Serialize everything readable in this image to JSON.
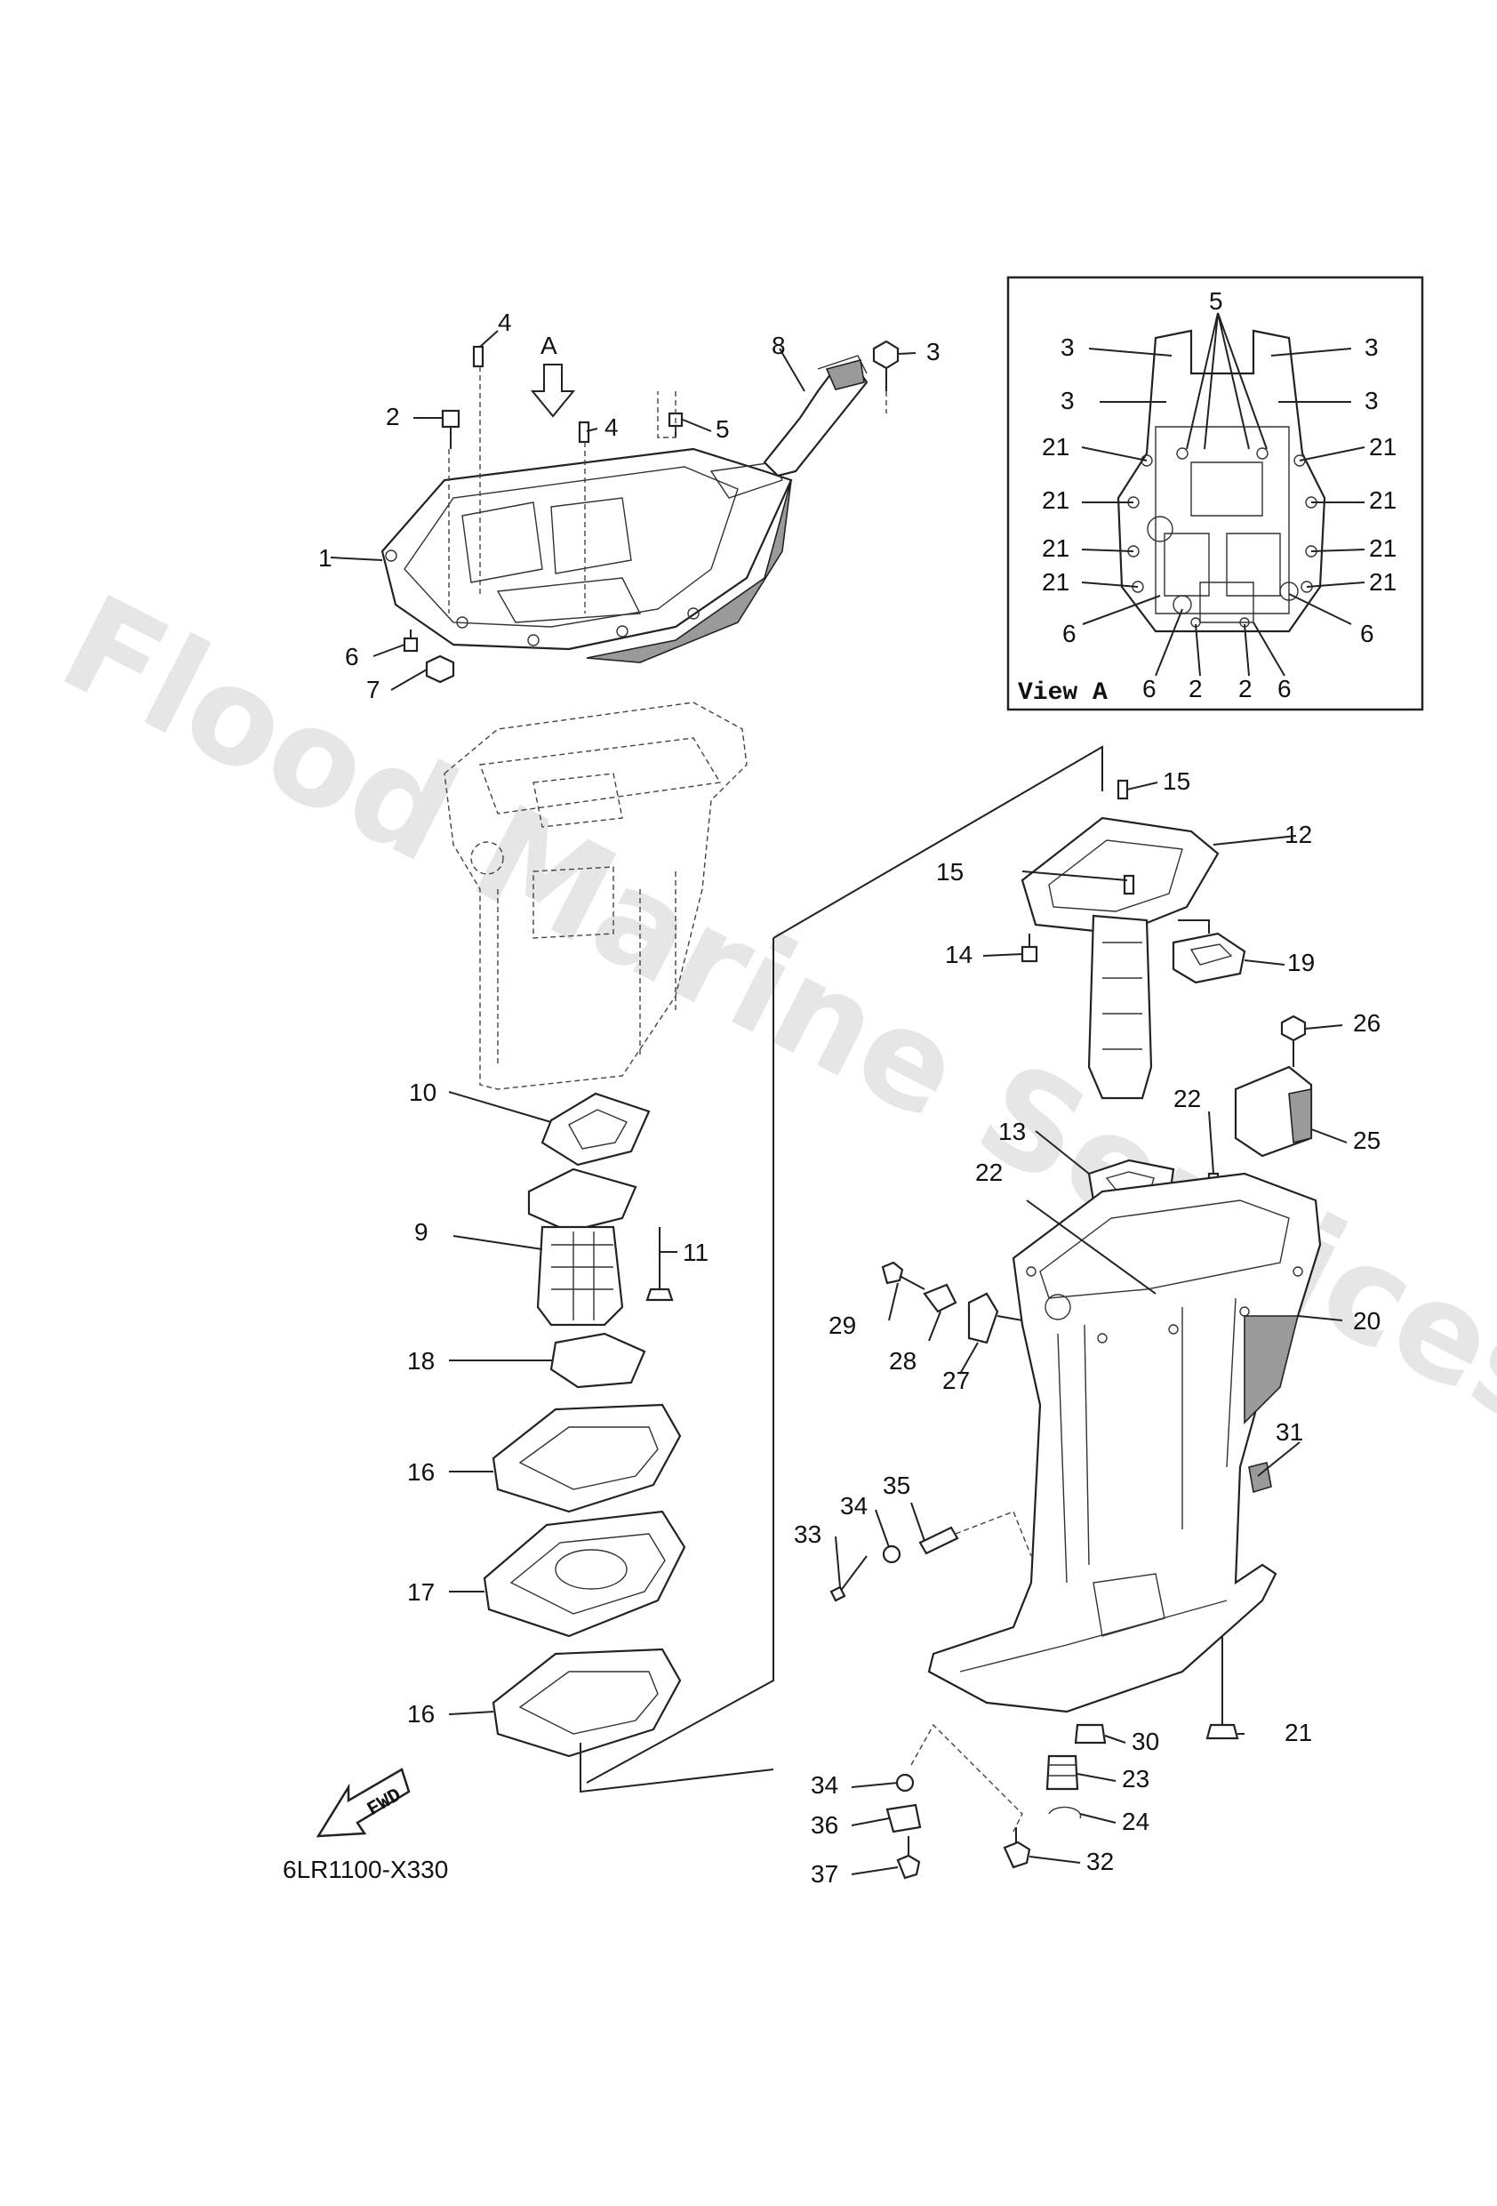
{
  "watermark": "Flood Marine Services",
  "view_arrow_label": "A",
  "inset": {
    "caption": "View A"
  },
  "diagram_code": "6LR1100-X330",
  "fwd_label": "FWD",
  "callouts": {
    "c1": "1",
    "c2": "2",
    "c3": "3",
    "c4a": "4",
    "c4b": "4",
    "c5": "5",
    "c6": "6",
    "c7": "7",
    "c8": "8",
    "c9": "9",
    "c10": "10",
    "c11": "11",
    "c12": "12",
    "c13": "13",
    "c14": "14",
    "c15a": "15",
    "c15b": "15",
    "c16a": "16",
    "c16b": "16",
    "c17": "17",
    "c18": "18",
    "c19": "19",
    "c20": "20",
    "c21": "21",
    "c22a": "22",
    "c22b": "22",
    "c23": "23",
    "c24": "24",
    "c25": "25",
    "c26": "26",
    "c27": "27",
    "c28": "28",
    "c29": "29",
    "c30": "30",
    "c31": "31",
    "c32": "32",
    "c33": "33",
    "c34a": "34",
    "c34b": "34",
    "c35": "35",
    "c36": "36",
    "c37": "37"
  },
  "inset_callouts": {
    "i5": "5",
    "i3a": "3",
    "i3b": "3",
    "i3c": "3",
    "i3d": "3",
    "i21a": "21",
    "i21b": "21",
    "i21c": "21",
    "i21d": "21",
    "i21e": "21",
    "i21f": "21",
    "i21g": "21",
    "i21h": "21",
    "i6a": "6",
    "i6b": "6",
    "i6c": "6",
    "i6d": "6",
    "i2a": "2",
    "i2b": "2"
  }
}
